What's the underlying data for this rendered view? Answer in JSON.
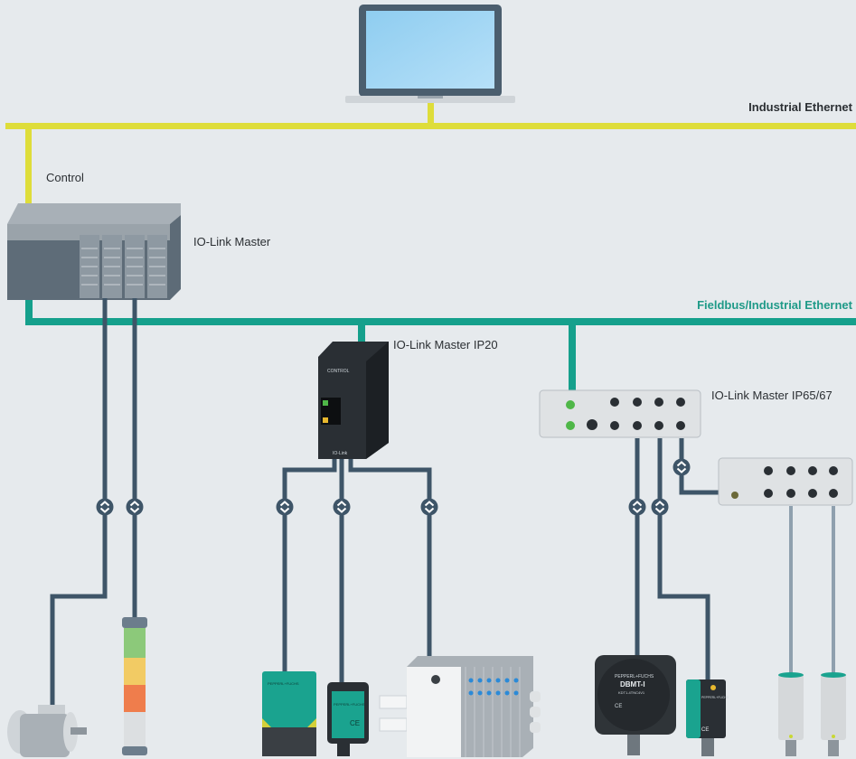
{
  "diagram": {
    "title": "IO-Link system architecture",
    "colors": {
      "background": "#e6eaed",
      "industrial_ethernet": "#dedd3a",
      "fieldbus": "#15a08c",
      "io_link_cable": "#3e5568",
      "sensor_cable": "#8fa0ae",
      "pf_green": "#1aa38f"
    },
    "networks": {
      "industrial_ethernet": {
        "label": "Industrial Ethernet"
      },
      "fieldbus": {
        "label": "Fieldbus/Industrial Ethernet"
      }
    },
    "nodes": {
      "laptop": {
        "label": "",
        "kind": "engineering-laptop"
      },
      "control": {
        "label": "Control"
      },
      "plc_master": {
        "label": "IO-Link Master"
      },
      "ip20_master": {
        "label": "IO-Link Master IP20",
        "brand_text": "CONTROL",
        "footer_text": "IO-Link"
      },
      "ip67_master": {
        "label": "IO-Link Master IP65/67"
      },
      "ip67_hub": {
        "label": ""
      }
    },
    "devices": [
      {
        "id": "motor",
        "name": "Electric motor"
      },
      {
        "id": "signal_tower",
        "name": "Signal tower",
        "segments": [
          "green",
          "yellow",
          "red",
          "clear"
        ]
      },
      {
        "id": "inductive_sensor",
        "name": "Inductive sensor",
        "brand_text": "PEPPERL+FUCHS"
      },
      {
        "id": "small_sensor",
        "name": "Compact sensor",
        "brand_text": "PEPPERL+FUCHS",
        "mark": "CE"
      },
      {
        "id": "valve_terminal",
        "name": "Valve terminal",
        "valves": 8
      },
      {
        "id": "encoder",
        "name": "Rotary encoder",
        "brand_text": "PEPPERL+FUCHS",
        "model": "DBMT-I",
        "sub_model": "KDT1-4TNC4V1",
        "mark": "CE"
      },
      {
        "id": "photo_sensor",
        "name": "Photoelectric sensor",
        "brand_text": "PEPPERL+FUCHS",
        "mark": "CE"
      },
      {
        "id": "cyl_sensor_1",
        "name": "Cylindrical sensor"
      },
      {
        "id": "cyl_sensor_2",
        "name": "Cylindrical sensor"
      }
    ],
    "io_link_symbol": "io-link-wave-icon"
  }
}
